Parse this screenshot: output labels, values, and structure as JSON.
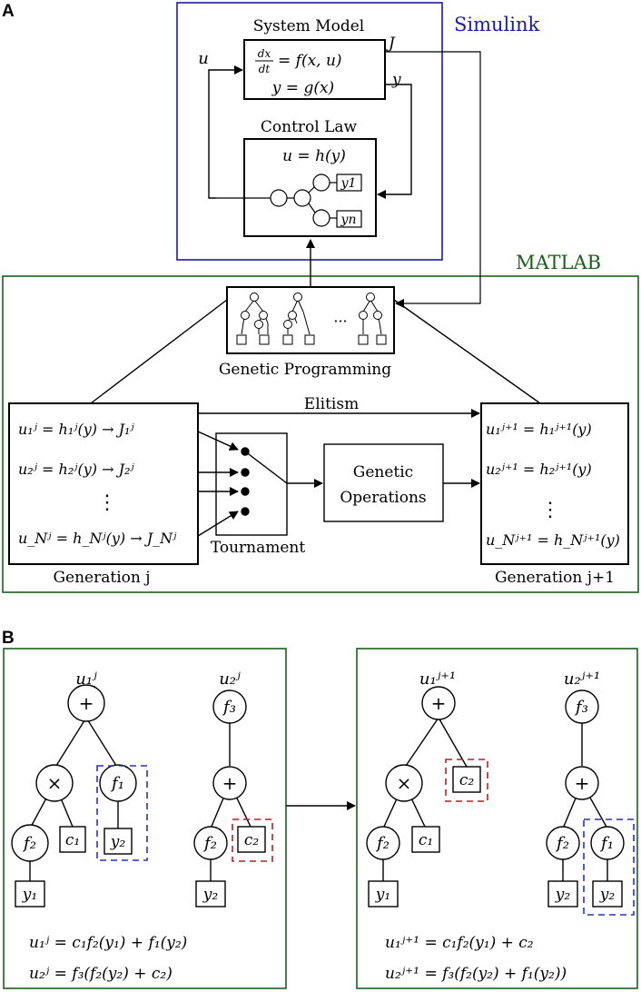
{
  "panel_a": {
    "label": "A",
    "simulink_label": "Simulink",
    "matlab_label": "MATLAB",
    "system_model": {
      "title": "System Model",
      "eq1_lhs_num": "dx",
      "eq1_lhs_den": "dt",
      "eq1_rhs": "= f(x, u)",
      "eq2": "y = g(x)"
    },
    "control_law": {
      "title": "Control Law",
      "eq": "u = h(y)",
      "leaf1": "y1",
      "leaf2": "yn"
    },
    "signals": {
      "u": "u",
      "J": "J",
      "y": "y"
    },
    "gp_label": "Genetic Programming",
    "gp_dots": "···",
    "elitism": "Elitism",
    "generation_j": {
      "caption": "Generation j",
      "rows": [
        "u₁ʲ = h₁ʲ(y) → J₁ʲ",
        "u₂ʲ = h₂ʲ(y) → J₂ʲ",
        "⋮",
        "u_Nʲ = h_Nʲ(y) → J_Nʲ"
      ]
    },
    "tournament": "Tournament",
    "genetic_ops_line1": "Genetic",
    "genetic_ops_line2": "Operations",
    "generation_j1": {
      "caption": "Generation j+1",
      "rows": [
        "u₁ʲ⁺¹ = h₁ʲ⁺¹(y)",
        "u₂ʲ⁺¹ = h₂ʲ⁺¹(y)",
        "⋮",
        "u_Nʲ⁺¹ = h_Nʲ⁺¹(y)"
      ]
    }
  },
  "panel_b": {
    "label": "B",
    "left": {
      "tree1_label": "u₁ʲ",
      "tree2_label": "u₂ʲ",
      "nodes": {
        "plus": "+",
        "times": "×",
        "f2": "f₂",
        "f1": "f₁",
        "c1": "c₁",
        "y2": "y₂",
        "y1": "y₁",
        "f3": "f₃",
        "plus2": "+",
        "f2b": "f₂",
        "c2": "c₂",
        "y2b": "y₂"
      },
      "eq1": "u₁ʲ = c₁f₂(y₁) + f₁(y₂)",
      "eq2": "u₂ʲ = f₃(f₂(y₂) + c₂)"
    },
    "right": {
      "tree1_label": "u₁ʲ⁺¹",
      "tree2_label": "u₂ʲ⁺¹",
      "nodes": {
        "plus": "+",
        "times": "×",
        "f2": "f₂",
        "c2": "c₂",
        "c1": "c₁",
        "y1": "y₁",
        "f3": "f₃",
        "plus2": "+",
        "f2b": "f₂",
        "f1": "f₁",
        "y2": "y₂",
        "y2b": "y₂"
      },
      "eq1": "u₁ʲ⁺¹ = c₁f₂(y₁) + c₂",
      "eq2": "u₂ʲ⁺¹ = f₃(f₂(y₂) + f₁(y₂))"
    }
  },
  "colors": {
    "simulink": "#1a1aa8",
    "matlab": "#1d5e1d",
    "blue_dash": "#2233cc",
    "red_dash": "#b22222"
  }
}
